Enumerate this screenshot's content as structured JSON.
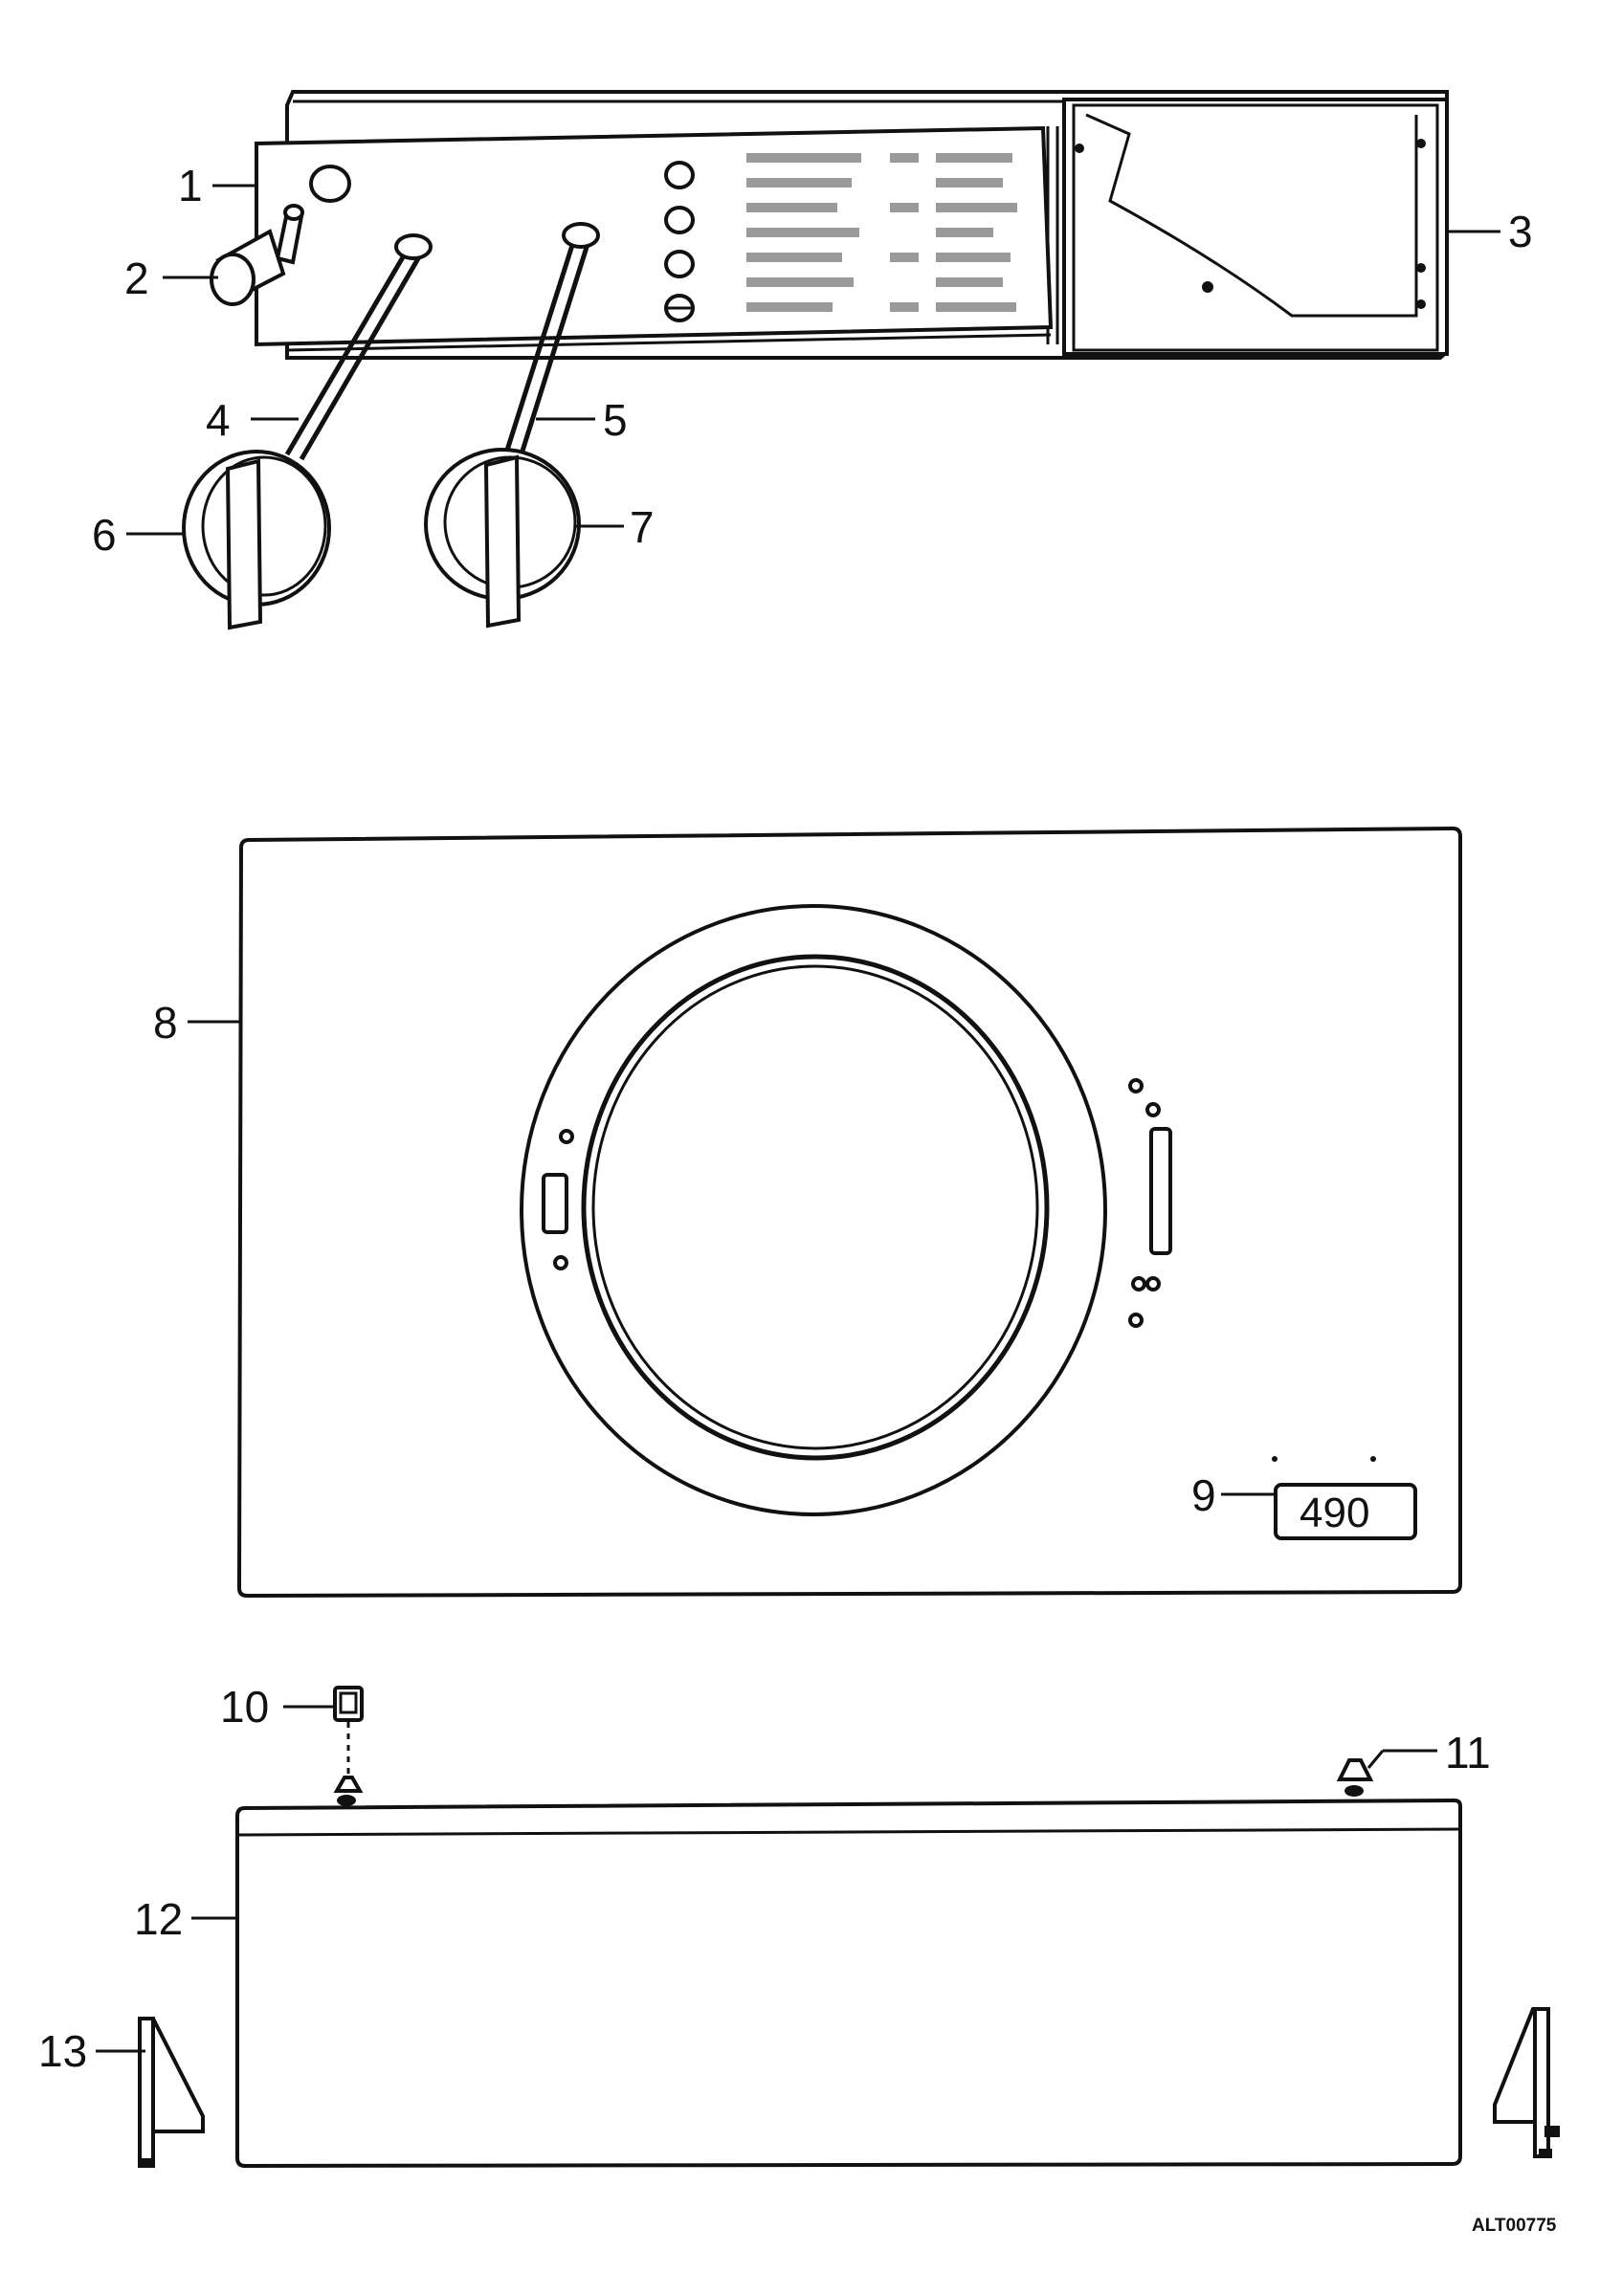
{
  "callouts": {
    "c1": "1",
    "c2": "2",
    "c3": "3",
    "c4": "4",
    "c5": "5",
    "c6": "6",
    "c7": "7",
    "c8": "8",
    "c9": "9",
    "c10": "10",
    "c11": "11",
    "c12": "12",
    "c13": "13"
  },
  "badge_number": "490",
  "document_id": "ALT00775"
}
